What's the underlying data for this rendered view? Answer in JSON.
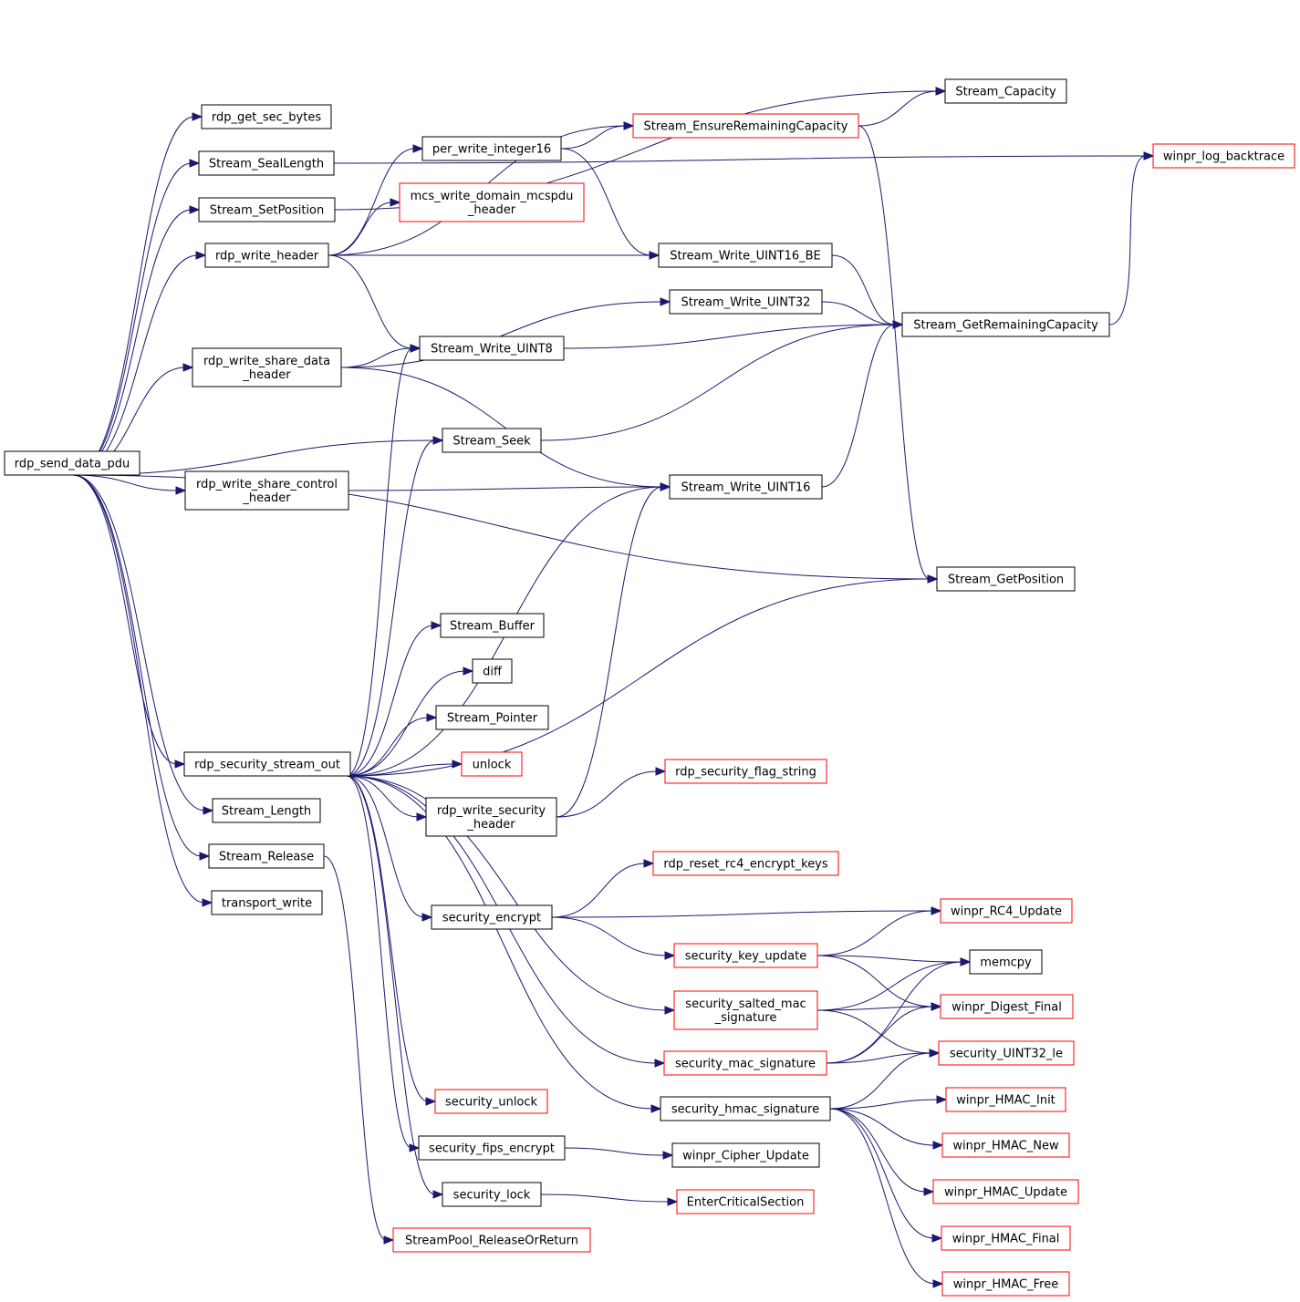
{
  "graph": {
    "colors": {
      "edge": "#191970",
      "border_black": "#000000",
      "border_red": "#ff0000",
      "root_fill": "#bfbfbf",
      "node_fill": "#ffffff"
    },
    "nodes": {
      "rdp_send_data_pdu": {
        "lines": [
          "rdp_send_data_pdu"
        ],
        "border": "black",
        "root": true
      },
      "rdp_get_sec_bytes": {
        "lines": [
          "rdp_get_sec_bytes"
        ],
        "border": "black"
      },
      "Stream_SealLength": {
        "lines": [
          "Stream_SealLength"
        ],
        "border": "black"
      },
      "Stream_SetPosition": {
        "lines": [
          "Stream_SetPosition"
        ],
        "border": "black"
      },
      "rdp_write_header": {
        "lines": [
          "rdp_write_header"
        ],
        "border": "black"
      },
      "rdp_write_share_data_header": {
        "lines": [
          "rdp_write_share_data",
          "_header"
        ],
        "border": "black"
      },
      "rdp_write_share_control_header": {
        "lines": [
          "rdp_write_share_control",
          "_header"
        ],
        "border": "black"
      },
      "rdp_security_stream_out": {
        "lines": [
          "rdp_security_stream_out"
        ],
        "border": "black"
      },
      "Stream_Length": {
        "lines": [
          "Stream_Length"
        ],
        "border": "black"
      },
      "Stream_Release": {
        "lines": [
          "Stream_Release"
        ],
        "border": "black"
      },
      "transport_write": {
        "lines": [
          "transport_write"
        ],
        "border": "black"
      },
      "per_write_integer16": {
        "lines": [
          "per_write_integer16"
        ],
        "border": "black"
      },
      "mcs_write_domain_mcspdu_header": {
        "lines": [
          "mcs_write_domain_mcspdu",
          "_header"
        ],
        "border": "red"
      },
      "Stream_Write_UINT8": {
        "lines": [
          "Stream_Write_UINT8"
        ],
        "border": "black"
      },
      "Stream_Seek": {
        "lines": [
          "Stream_Seek"
        ],
        "border": "black"
      },
      "Stream_Buffer": {
        "lines": [
          "Stream_Buffer"
        ],
        "border": "black"
      },
      "diff": {
        "lines": [
          "diff"
        ],
        "border": "black"
      },
      "Stream_Pointer": {
        "lines": [
          "Stream_Pointer"
        ],
        "border": "black"
      },
      "unlock": {
        "lines": [
          "unlock"
        ],
        "border": "red"
      },
      "rdp_write_security_header": {
        "lines": [
          "rdp_write_security",
          "_header"
        ],
        "border": "black"
      },
      "security_encrypt": {
        "lines": [
          "security_encrypt"
        ],
        "border": "black"
      },
      "security_unlock": {
        "lines": [
          "security_unlock"
        ],
        "border": "red"
      },
      "security_fips_encrypt": {
        "lines": [
          "security_fips_encrypt"
        ],
        "border": "black"
      },
      "security_lock": {
        "lines": [
          "security_lock"
        ],
        "border": "black"
      },
      "StreamPool_ReleaseOrReturn": {
        "lines": [
          "StreamPool_ReleaseOrReturn"
        ],
        "border": "red"
      },
      "Stream_EnsureRemainingCapacity": {
        "lines": [
          "Stream_EnsureRemainingCapacity"
        ],
        "border": "red"
      },
      "Stream_Write_UINT16_BE": {
        "lines": [
          "Stream_Write_UINT16_BE"
        ],
        "border": "black"
      },
      "Stream_Write_UINT32": {
        "lines": [
          "Stream_Write_UINT32"
        ],
        "border": "black"
      },
      "Stream_Write_UINT16": {
        "lines": [
          "Stream_Write_UINT16"
        ],
        "border": "black"
      },
      "rdp_security_flag_string": {
        "lines": [
          "rdp_security_flag_string"
        ],
        "border": "red"
      },
      "rdp_reset_rc4_encrypt_keys": {
        "lines": [
          "rdp_reset_rc4_encrypt_keys"
        ],
        "border": "red"
      },
      "security_key_update": {
        "lines": [
          "security_key_update"
        ],
        "border": "red"
      },
      "security_salted_mac_signature": {
        "lines": [
          "security_salted_mac",
          "_signature"
        ],
        "border": "red"
      },
      "security_mac_signature": {
        "lines": [
          "security_mac_signature"
        ],
        "border": "red"
      },
      "security_hmac_signature": {
        "lines": [
          "security_hmac_signature"
        ],
        "border": "black"
      },
      "winpr_Cipher_Update": {
        "lines": [
          "winpr_Cipher_Update"
        ],
        "border": "black"
      },
      "EnterCriticalSection": {
        "lines": [
          "EnterCriticalSection"
        ],
        "border": "red"
      },
      "Stream_Capacity": {
        "lines": [
          "Stream_Capacity"
        ],
        "border": "black"
      },
      "winpr_log_backtrace": {
        "lines": [
          "winpr_log_backtrace"
        ],
        "border": "red"
      },
      "Stream_GetRemainingCapacity": {
        "lines": [
          "Stream_GetRemainingCapacity"
        ],
        "border": "black"
      },
      "Stream_GetPosition": {
        "lines": [
          "Stream_GetPosition"
        ],
        "border": "black"
      },
      "winpr_RC4_Update": {
        "lines": [
          "winpr_RC4_Update"
        ],
        "border": "red"
      },
      "memcpy": {
        "lines": [
          "memcpy"
        ],
        "border": "black"
      },
      "winpr_Digest_Final": {
        "lines": [
          "winpr_Digest_Final"
        ],
        "border": "red"
      },
      "security_UINT32_le": {
        "lines": [
          "security_UINT32_le"
        ],
        "border": "red"
      },
      "winpr_HMAC_Init": {
        "lines": [
          "winpr_HMAC_Init"
        ],
        "border": "red"
      },
      "winpr_HMAC_New": {
        "lines": [
          "winpr_HMAC_New"
        ],
        "border": "red"
      },
      "winpr_HMAC_Update": {
        "lines": [
          "winpr_HMAC_Update"
        ],
        "border": "red"
      },
      "winpr_HMAC_Final": {
        "lines": [
          "winpr_HMAC_Final"
        ],
        "border": "red"
      },
      "winpr_HMAC_Free": {
        "lines": [
          "winpr_HMAC_Free"
        ],
        "border": "red"
      }
    },
    "edges": [
      [
        "rdp_send_data_pdu",
        "rdp_get_sec_bytes"
      ],
      [
        "rdp_send_data_pdu",
        "Stream_SealLength"
      ],
      [
        "rdp_send_data_pdu",
        "Stream_SetPosition"
      ],
      [
        "rdp_send_data_pdu",
        "rdp_write_header"
      ],
      [
        "rdp_send_data_pdu",
        "rdp_write_share_data_header"
      ],
      [
        "rdp_send_data_pdu",
        "Stream_Seek"
      ],
      [
        "rdp_send_data_pdu",
        "rdp_write_share_control_header"
      ],
      [
        "rdp_send_data_pdu",
        "Stream_GetPosition"
      ],
      [
        "rdp_send_data_pdu",
        "rdp_security_stream_out"
      ],
      [
        "rdp_send_data_pdu",
        "Stream_Length"
      ],
      [
        "rdp_send_data_pdu",
        "Stream_Release"
      ],
      [
        "rdp_send_data_pdu",
        "transport_write"
      ],
      [
        "Stream_SealLength",
        "winpr_log_backtrace"
      ],
      [
        "Stream_SetPosition",
        "Stream_Capacity"
      ],
      [
        "rdp_write_header",
        "per_write_integer16"
      ],
      [
        "rdp_write_header",
        "mcs_write_domain_mcspdu_header"
      ],
      [
        "rdp_write_header",
        "Stream_EnsureRemainingCapacity"
      ],
      [
        "rdp_write_header",
        "Stream_Write_UINT16_BE"
      ],
      [
        "rdp_write_header",
        "Stream_Write_UINT8"
      ],
      [
        "per_write_integer16",
        "Stream_EnsureRemainingCapacity"
      ],
      [
        "per_write_integer16",
        "Stream_Write_UINT16_BE"
      ],
      [
        "Stream_EnsureRemainingCapacity",
        "Stream_Capacity"
      ],
      [
        "Stream_EnsureRemainingCapacity",
        "Stream_GetPosition"
      ],
      [
        "Stream_Write_UINT16_BE",
        "Stream_GetRemainingCapacity"
      ],
      [
        "Stream_Write_UINT32",
        "Stream_GetRemainingCapacity"
      ],
      [
        "Stream_Write_UINT8",
        "Stream_GetRemainingCapacity"
      ],
      [
        "Stream_Write_UINT16",
        "Stream_GetRemainingCapacity"
      ],
      [
        "Stream_Seek",
        "Stream_GetRemainingCapacity"
      ],
      [
        "Stream_GetRemainingCapacity",
        "winpr_log_backtrace"
      ],
      [
        "rdp_write_share_data_header",
        "Stream_Write_UINT32"
      ],
      [
        "rdp_write_share_data_header",
        "Stream_Write_UINT8"
      ],
      [
        "rdp_write_share_data_header",
        "Stream_Write_UINT16"
      ],
      [
        "rdp_write_share_control_header",
        "Stream_Write_UINT16"
      ],
      [
        "rdp_security_stream_out",
        "Stream_Write_UINT8"
      ],
      [
        "rdp_security_stream_out",
        "Stream_Seek"
      ],
      [
        "rdp_security_stream_out",
        "Stream_Write_UINT16"
      ],
      [
        "rdp_security_stream_out",
        "Stream_Buffer"
      ],
      [
        "rdp_security_stream_out",
        "diff"
      ],
      [
        "rdp_security_stream_out",
        "Stream_Pointer"
      ],
      [
        "rdp_security_stream_out",
        "unlock"
      ],
      [
        "rdp_security_stream_out",
        "rdp_write_security_header"
      ],
      [
        "rdp_security_stream_out",
        "Stream_GetPosition"
      ],
      [
        "rdp_security_stream_out",
        "security_encrypt"
      ],
      [
        "rdp_security_stream_out",
        "security_salted_mac_signature"
      ],
      [
        "rdp_security_stream_out",
        "security_mac_signature"
      ],
      [
        "rdp_security_stream_out",
        "security_hmac_signature"
      ],
      [
        "rdp_security_stream_out",
        "security_unlock"
      ],
      [
        "rdp_security_stream_out",
        "security_fips_encrypt"
      ],
      [
        "rdp_security_stream_out",
        "security_lock"
      ],
      [
        "rdp_write_security_header",
        "Stream_Write_UINT16"
      ],
      [
        "rdp_write_security_header",
        "rdp_security_flag_string"
      ],
      [
        "security_encrypt",
        "rdp_reset_rc4_encrypt_keys"
      ],
      [
        "security_encrypt",
        "winpr_RC4_Update"
      ],
      [
        "security_encrypt",
        "security_key_update"
      ],
      [
        "security_key_update",
        "winpr_RC4_Update"
      ],
      [
        "security_key_update",
        "memcpy"
      ],
      [
        "security_key_update",
        "winpr_Digest_Final"
      ],
      [
        "security_salted_mac_signature",
        "memcpy"
      ],
      [
        "security_salted_mac_signature",
        "winpr_Digest_Final"
      ],
      [
        "security_salted_mac_signature",
        "security_UINT32_le"
      ],
      [
        "security_mac_signature",
        "memcpy"
      ],
      [
        "security_mac_signature",
        "winpr_Digest_Final"
      ],
      [
        "security_mac_signature",
        "security_UINT32_le"
      ],
      [
        "security_hmac_signature",
        "security_UINT32_le"
      ],
      [
        "security_hmac_signature",
        "winpr_HMAC_Init"
      ],
      [
        "security_hmac_signature",
        "winpr_HMAC_New"
      ],
      [
        "security_hmac_signature",
        "winpr_HMAC_Update"
      ],
      [
        "security_hmac_signature",
        "winpr_HMAC_Final"
      ],
      [
        "security_hmac_signature",
        "winpr_HMAC_Free"
      ],
      [
        "security_fips_encrypt",
        "winpr_Cipher_Update"
      ],
      [
        "security_lock",
        "EnterCriticalSection"
      ],
      [
        "Stream_Release",
        "StreamPool_ReleaseOrReturn"
      ]
    ]
  }
}
